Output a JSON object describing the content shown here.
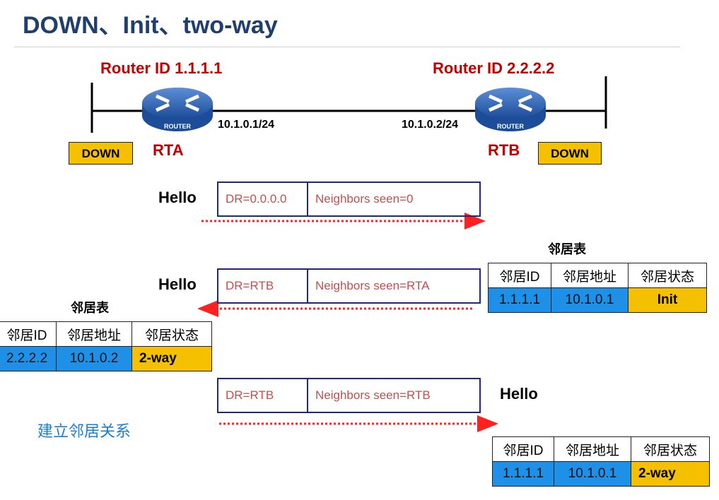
{
  "title": "DOWN、Init、two-way",
  "routers": {
    "rta": {
      "router_id": "Router ID 1.1.1.1",
      "name": "RTA",
      "ip": "10.1.0.1/24",
      "state": "DOWN",
      "icon_label": "ROUTER"
    },
    "rtb": {
      "router_id": "Router ID 2.2.2.2",
      "name": "RTB",
      "ip": "10.1.0.2/24",
      "state": "DOWN",
      "icon_label": "ROUTER"
    }
  },
  "hello_label": "Hello",
  "packets": [
    {
      "dr": "DR=0.0.0.0",
      "neighbors": "Neighbors seen=0"
    },
    {
      "dr": "DR=RTB",
      "neighbors": "Neighbors seen=RTA"
    },
    {
      "dr": "DR=RTB",
      "neighbors": "Neighbors seen=RTB"
    }
  ],
  "neighbor_table_title": "邻居表",
  "neighbor_table_headers": [
    "邻居ID",
    "邻居地址",
    "邻居状态"
  ],
  "tables": {
    "rtb_init": [
      "1.1.1.1",
      "10.1.0.1",
      "Init"
    ],
    "rta_2way": [
      "2.2.2.2",
      "10.1.0.2",
      "2-way"
    ],
    "rtb_2way": [
      "1.1.1.1",
      "10.1.0.1",
      "2-way"
    ]
  },
  "establish_text": "建立邻居关系",
  "colors": {
    "title": "#1f3f6e",
    "router_label": "#c00000",
    "state_fill": "#f5c000",
    "table_blue": "#1e90e8",
    "arrow": "#ff2020",
    "packet_border": "#1e2a78",
    "packet_text": "#c0504d"
  }
}
